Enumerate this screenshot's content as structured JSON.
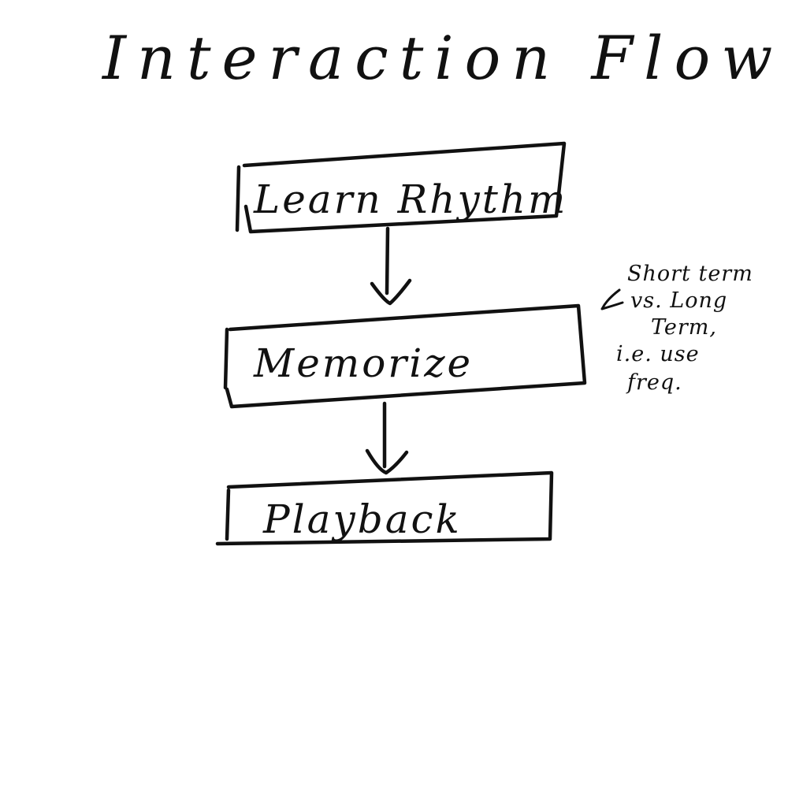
{
  "diagram": {
    "title": "Interaction Flow",
    "steps": [
      {
        "label": "Learn Rhythm"
      },
      {
        "label": "Memorize"
      },
      {
        "label": "Playback"
      }
    ],
    "annotation": {
      "lines": [
        "Short term",
        "vs. Long",
        "Term,",
        "i.e. use",
        "freq."
      ]
    }
  },
  "colors": {
    "ink": "#111111",
    "background": "#ffffff"
  }
}
